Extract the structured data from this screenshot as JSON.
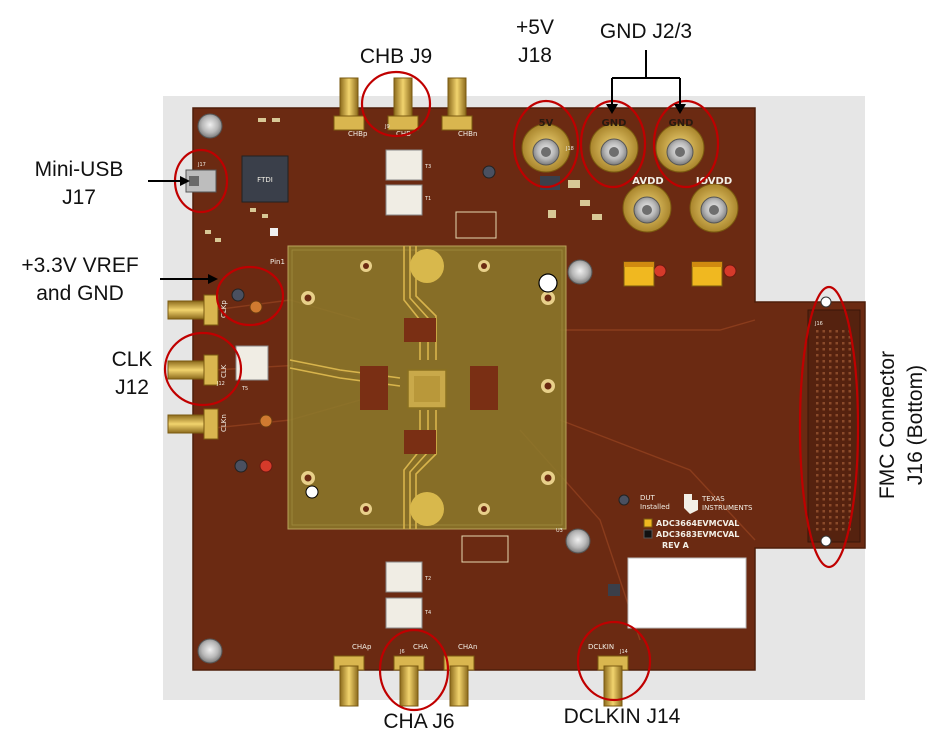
{
  "callouts": {
    "chb": "CHB J9",
    "plus5v_line1": "+5V",
    "plus5v_line2": "J18",
    "gnd": "GND J2/3",
    "mini_usb_line1": "Mini-USB",
    "mini_usb_line2": "J17",
    "vref_line1": "+3.3V VREF",
    "vref_line2": "and GND",
    "clk_line1": "CLK",
    "clk_line2": "J12",
    "cha": "CHA J6",
    "dclkin": "DCLKIN J14",
    "fmc_line1": "FMC Connector",
    "fmc_line2": "J16 (Bottom)"
  },
  "silkscreen": {
    "chbp": "CHBp",
    "chb": "CHB",
    "chbn": "CHBn",
    "chap": "CHAp",
    "cha": "CHA",
    "chan": "CHAn",
    "clkp": "CLKp",
    "clk": "CLK",
    "clkn": "CLKn",
    "dclkin": "DCLKIN",
    "pin1": "Pin1",
    "five_v": "5V",
    "gnd_a": "GND",
    "gnd_b": "GND",
    "avdd": "AVDD",
    "iovdd": "IOVDD",
    "dut": "DUT",
    "installed": "Installed",
    "texas": "TEXAS",
    "instruments": "INSTRUMENTS",
    "adc3664": "ADC3664EVMCVAL",
    "adc3683": "ADC3683EVMCVAL",
    "rev": "REV A",
    "j16": "J16",
    "j17": "J17",
    "j18": "J18",
    "j9": "J9",
    "j6": "J6",
    "j14": "J14",
    "j12": "J12",
    "ftdi": "FTDI",
    "t3": "T3",
    "t1": "T1",
    "t2": "T2",
    "t4": "T4",
    "t5": "T5",
    "u3": "U3"
  },
  "colors": {
    "board": "#6b2a12",
    "board_edge": "#5a220e",
    "gold": "#c9a64a",
    "gold_dark": "#9a7a28",
    "shield": "#8a7a2a",
    "highlight_ring": "#c00000",
    "chip": "#3a3f4a",
    "silver": "#c8c8c8"
  }
}
